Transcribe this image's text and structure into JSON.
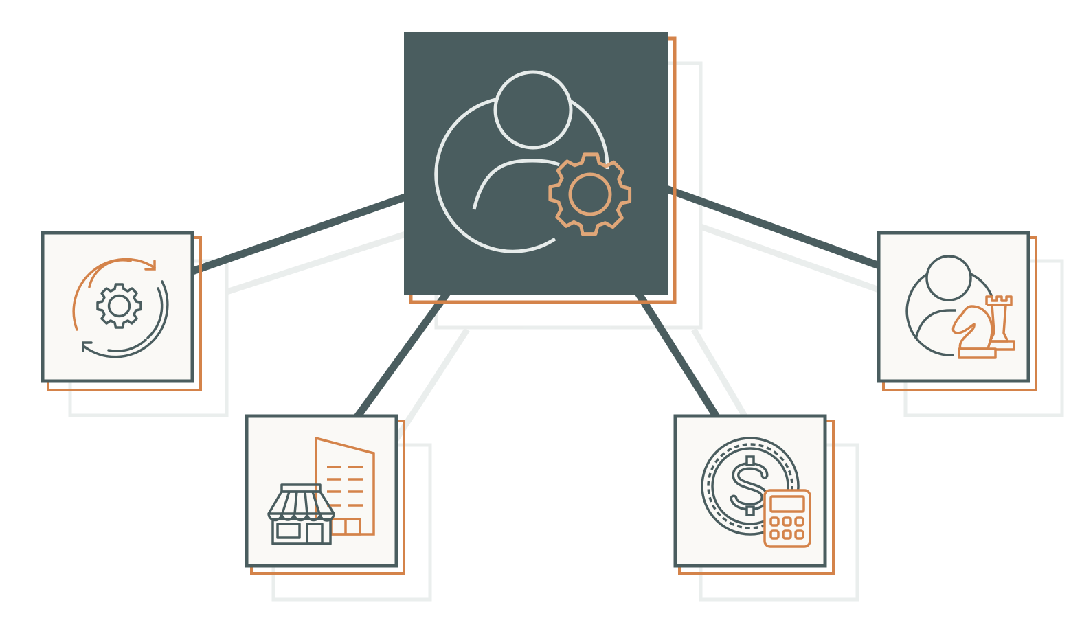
{
  "colors": {
    "dark": "#4a5d5f",
    "orange": "#d4834a",
    "orange_light": "#e0a678",
    "card_bg": "#faf9f6",
    "ghost": "#e8eceb",
    "icon_light": "#e6ebea"
  },
  "nodes": [
    {
      "role": "center",
      "icon": "user-gear-icon"
    },
    {
      "role": "left",
      "icon": "gear-cycle-icon"
    },
    {
      "role": "bottom-left",
      "icon": "store-building-icon"
    },
    {
      "role": "bottom-right",
      "icon": "coin-calculator-icon"
    },
    {
      "role": "right",
      "icon": "user-chess-strategy-icon"
    }
  ]
}
